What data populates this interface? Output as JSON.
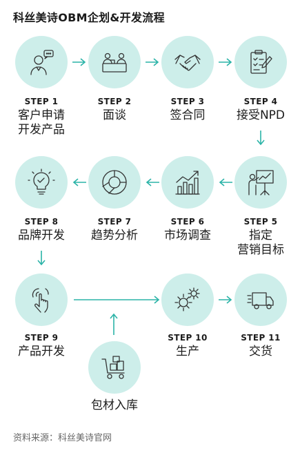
{
  "title": "科丝美诗OBM企划&开发流程",
  "steps": [
    {
      "step": "STEP 1",
      "label": "客户申请\n开发产品",
      "icon": "consultant-icon"
    },
    {
      "step": "STEP 2",
      "label": "面谈",
      "icon": "meeting-icon"
    },
    {
      "step": "STEP 3",
      "label": "签合同",
      "icon": "handshake-icon"
    },
    {
      "step": "STEP 4",
      "label": "接受NPD",
      "icon": "checklist-icon"
    },
    {
      "step": "STEP 5",
      "label": "指定\n营销目标",
      "icon": "presentation-icon"
    },
    {
      "step": "STEP 6",
      "label": "市场调查",
      "icon": "bar-chart-icon"
    },
    {
      "step": "STEP 7",
      "label": "趋势分析",
      "icon": "donut-chart-icon"
    },
    {
      "step": "STEP 8",
      "label": "品牌开发",
      "icon": "lightbulb-icon"
    },
    {
      "step": "STEP 9",
      "label": "产品开发",
      "icon": "touch-icon"
    },
    {
      "step": "STEP 10",
      "label": "生产",
      "icon": "gears-icon"
    },
    {
      "step": "STEP 11",
      "label": "交货",
      "icon": "delivery-truck-icon"
    }
  ],
  "packaging": {
    "label": "包材入库",
    "icon": "cart-icon"
  },
  "source": "资料来源：科丝美诗官网",
  "colors": {
    "circle": "#cdeeea",
    "arrow": "#2ab3a7",
    "icon": "#333333",
    "text": "#1b1b1b"
  }
}
